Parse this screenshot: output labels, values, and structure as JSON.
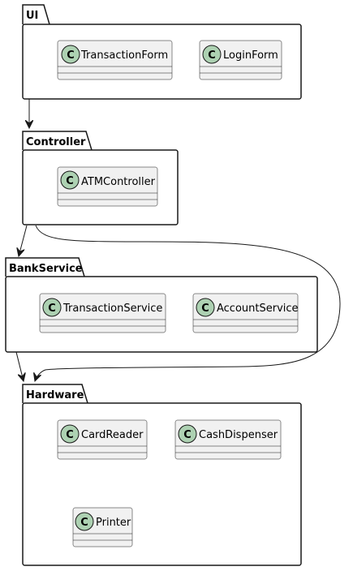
{
  "diagram": {
    "class_marker": "C",
    "colors": {
      "class_fill": "#f1f1f1",
      "class_marker_fill": "#add1b2",
      "line": "#181818"
    },
    "packages": [
      {
        "name": "UI",
        "classes": [
          "TransactionForm",
          "LoginForm"
        ]
      },
      {
        "name": "Controller",
        "classes": [
          "ATMController"
        ]
      },
      {
        "name": "BankService",
        "classes": [
          "TransactionService",
          "AccountService"
        ]
      },
      {
        "name": "Hardware",
        "classes": [
          "CardReader",
          "CashDispenser",
          "Printer"
        ]
      }
    ],
    "dependencies": [
      {
        "from": "UI",
        "to": "Controller"
      },
      {
        "from": "Controller",
        "to": "BankService"
      },
      {
        "from": "Controller",
        "to": "Hardware"
      },
      {
        "from": "BankService",
        "to": "Hardware"
      }
    ]
  }
}
